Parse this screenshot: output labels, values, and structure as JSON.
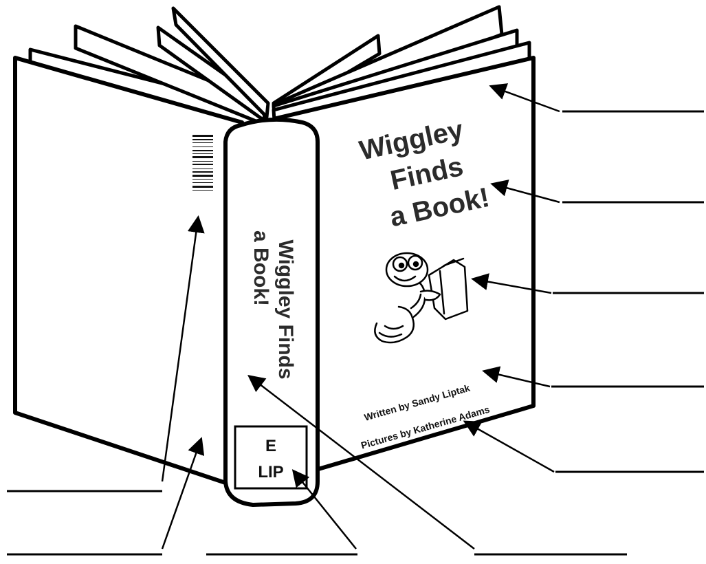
{
  "book": {
    "cover_title_lines": [
      "Wiggley",
      "Finds",
      "a Book!"
    ],
    "spine_title_lines": [
      "Wiggley Finds",
      "a Book!"
    ],
    "author_line": "Written by Sandy Liptak",
    "illustrator_line": "Pictures by Katherine Adams",
    "call_number_lines": [
      "E",
      "LIP"
    ]
  },
  "worksheet": {
    "answer_blanks": 9
  },
  "colors": {
    "ink": "#111111",
    "title": "#2b2b2b",
    "paper": "#ffffff",
    "lines": "#000000"
  }
}
